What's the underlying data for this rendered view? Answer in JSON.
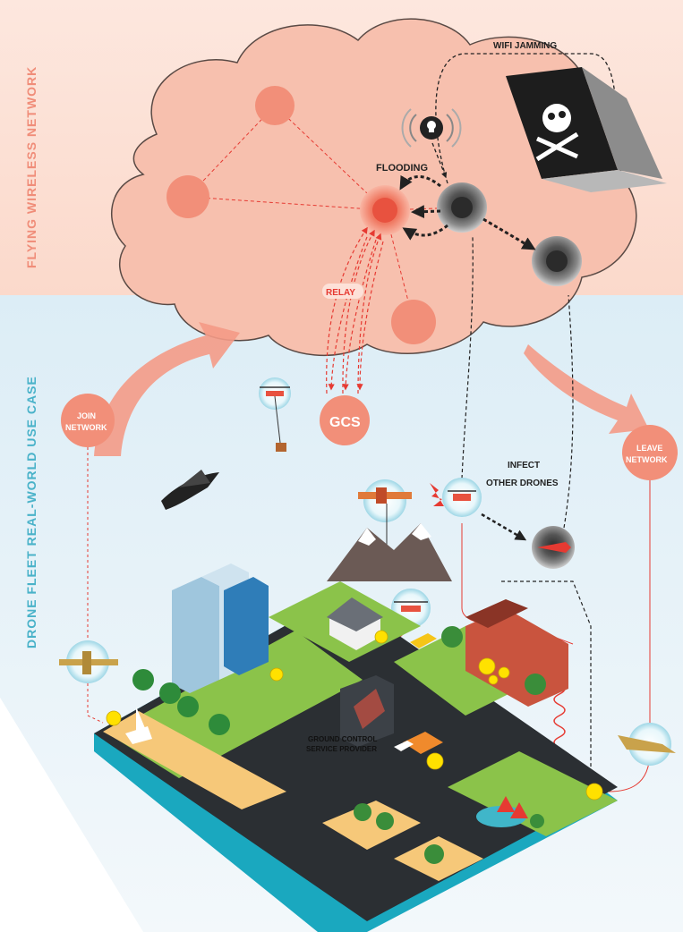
{
  "side_labels": {
    "top": "FLYING WIRELESS NETWORK",
    "bottom": "DRONE FLEET REAL-WORLD USE CASE"
  },
  "labels": {
    "wifi_jamming": "WIFI JAMMING",
    "flooding": "FLOODING",
    "relay": "RELAY",
    "gcs": "GCS",
    "join_line1": "JOIN",
    "join_line2": "NETWORK",
    "leave_line1": "LEAVE",
    "leave_line2": "NETWORK",
    "infect_line1": "INFECT",
    "infect_line2": "OTHER DRONES",
    "gcs_provider_line1": "GROUND CONTROL",
    "gcs_provider_line2": "SERVICE PROVIDER"
  },
  "colors": {
    "cloud": "#f7c0ae",
    "node": "#f28f79",
    "node_active": "#e8523f",
    "attacker_node": "#3a3a3a",
    "accent_red": "#e63a32",
    "teal": "#1aa8bf",
    "road": "#2b2f33",
    "grass": "#8bc34a",
    "sand": "#f6c879",
    "side_label_top": "#f08d79",
    "side_label_bottom": "#49b2c9"
  }
}
